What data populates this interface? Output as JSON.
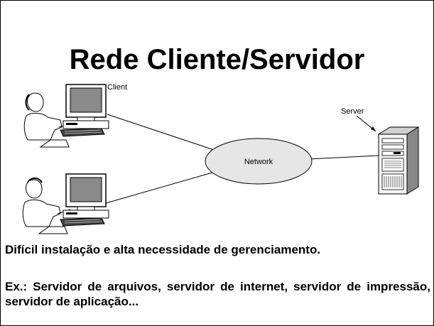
{
  "slide": {
    "title": "Rede Cliente/Servidor",
    "diagram": {
      "client_label": "Client",
      "server_label": "Server",
      "network_label": "Network"
    },
    "paragraph1": "Difícil instalação e alta necessidade de gerenciamento.",
    "paragraph2": "Ex.: Servidor de arquivos, servidor de internet, servidor de impressão, servidor de aplicação..."
  }
}
